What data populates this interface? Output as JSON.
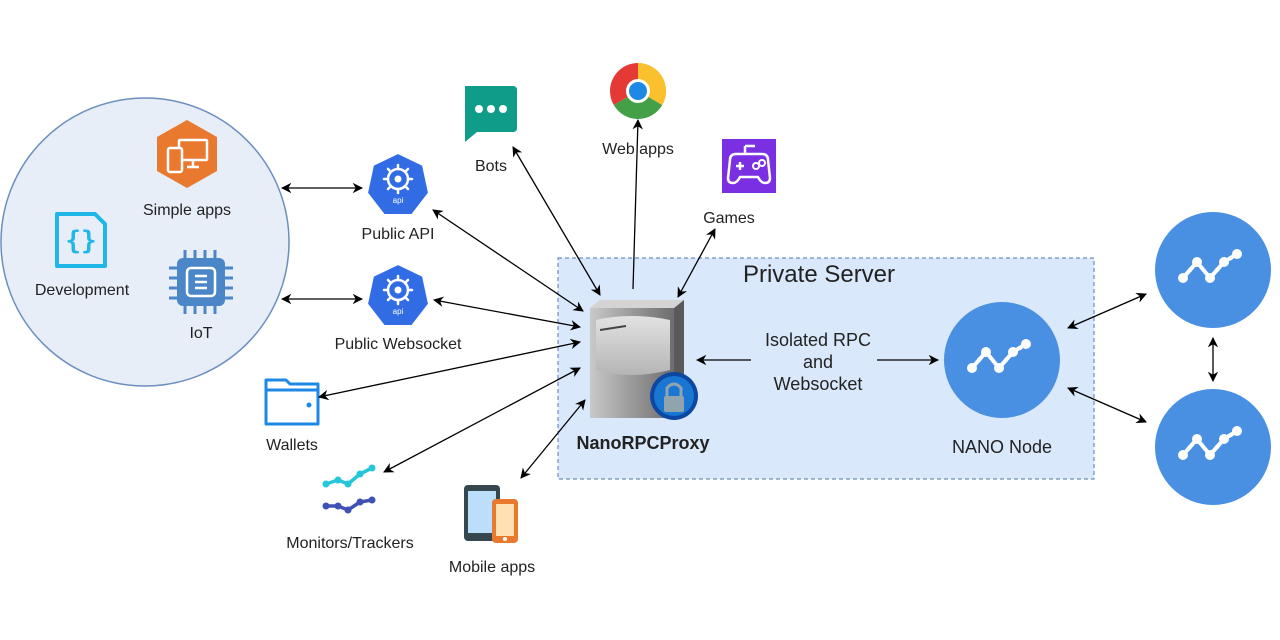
{
  "clients_group": {
    "items": {
      "simple_apps": "Simple apps",
      "development": "Development",
      "iot": "IoT"
    }
  },
  "endpoints": {
    "public_api": "Public API",
    "public_websocket": "Public Websocket"
  },
  "clients": {
    "bots": "Bots",
    "web_apps": "Web apps",
    "games": "Games",
    "wallets": "Wallets",
    "monitors": "Monitors/Trackers",
    "mobile_apps": "Mobile apps"
  },
  "private_server": {
    "title": "Private Server",
    "proxy_label": "NanoRPCProxy",
    "link_label_lines": [
      "Isolated RPC",
      "and",
      "Websocket"
    ],
    "node_label": "NANO Node"
  },
  "colors": {
    "group_fill": "#e8eef8",
    "group_stroke": "#6c8ebf",
    "server_fill": "#dae8fc",
    "server_stroke": "#6c8ebf",
    "nano_blue": "#4a90e2",
    "kube_blue": "#326ce5",
    "bots_teal": "#0f9d8a",
    "games_purple": "#7b2fe3",
    "apps_orange": "#e8792e"
  },
  "icons": {
    "simple_apps": "monitor-mobile-icon",
    "development": "code-file-icon",
    "iot": "chip-icon",
    "public_api": "kubernetes-api-icon",
    "public_websocket": "kubernetes-api-icon",
    "bots": "chat-bubble-icon",
    "web_apps": "chrome-icon",
    "games": "gamepad-icon",
    "wallets": "wallet-icon",
    "monitors": "line-chart-icon",
    "mobile_apps": "tablet-phone-icon",
    "proxy": "server-lock-icon",
    "node": "nano-logo-icon"
  }
}
